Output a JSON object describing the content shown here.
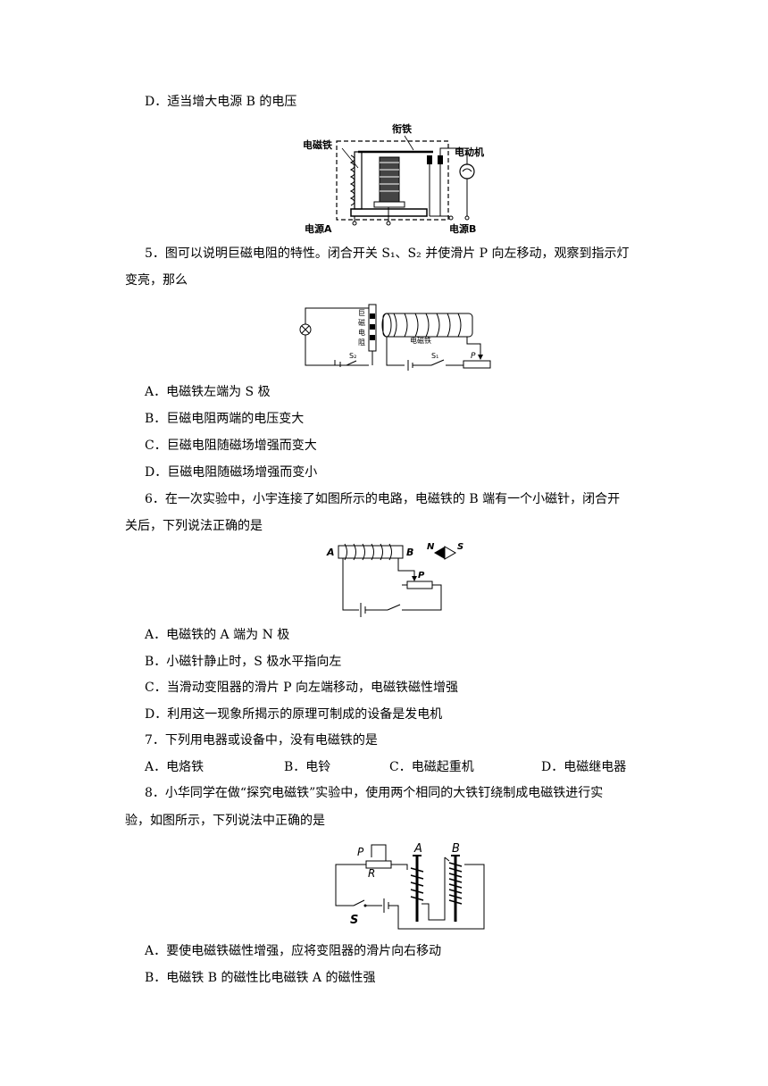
{
  "q4": {
    "option_d": "D．适当增大电源 B 的电压",
    "figure": {
      "armature": "衔铁",
      "electromagnet": "电磁铁",
      "motor": "电动机",
      "source_a": "电源A",
      "source_b": "电源B"
    }
  },
  "q5": {
    "stem_line1": "5．图可以说明巨磁电阻的特性。闭合开关 S₁、S₂ 并使滑片 P 向左移动，观察到指示灯",
    "stem_line2": "变亮，那么",
    "figure": {
      "gmr_1": "巨",
      "gmr_2": "磁",
      "gmr_3": "电",
      "gmr_4": "阻",
      "electromagnet": "电磁铁",
      "s2": "S₂",
      "s1": "S₁",
      "p": "P"
    },
    "options": [
      "A．电磁铁左端为 S 极",
      "B．巨磁电阻两端的电压变大",
      "C．巨磁电阻随磁场增强而变大",
      "D．巨磁电阻随磁场增强而变小"
    ]
  },
  "q6": {
    "stem_line1": "6．在一次实验中，小宇连接了如图所示的电路，电磁铁的 B 端有一个小磁针，闭合开",
    "stem_line2": "关后，下列说法正确的是",
    "figure": {
      "a": "A",
      "b": "B",
      "n": "N",
      "s": "S",
      "p": "P"
    },
    "options": [
      "A．电磁铁的 A 端为 N 极",
      "B．小磁针静止时，S 极水平指向左",
      "C．当滑动变阻器的滑片 P 向左端移动，电磁铁磁性增强",
      "D．利用这一现象所揭示的原理可制成的设备是发电机"
    ]
  },
  "q7": {
    "stem": "7．下列用电器或设备中，没有电磁铁的是",
    "options": [
      "A．电烙铁",
      "B．电铃",
      "C．电磁起重机",
      "D．电磁继电器"
    ]
  },
  "q8": {
    "stem_line1": "8．小华同学在做“探究电磁铁”实验中，使用两个相同的大铁钉绕制成电磁铁进行实",
    "stem_line2": "验，如图所示，下列说法中正确的是",
    "figure": {
      "p": "P",
      "r": "R",
      "s": "S",
      "a": "A",
      "b": "B"
    },
    "options": [
      "A．要使电磁铁磁性增强，应将变阻器的滑片向右移动",
      "B．电磁铁 B 的磁性比电磁铁 A 的磁性强"
    ]
  }
}
